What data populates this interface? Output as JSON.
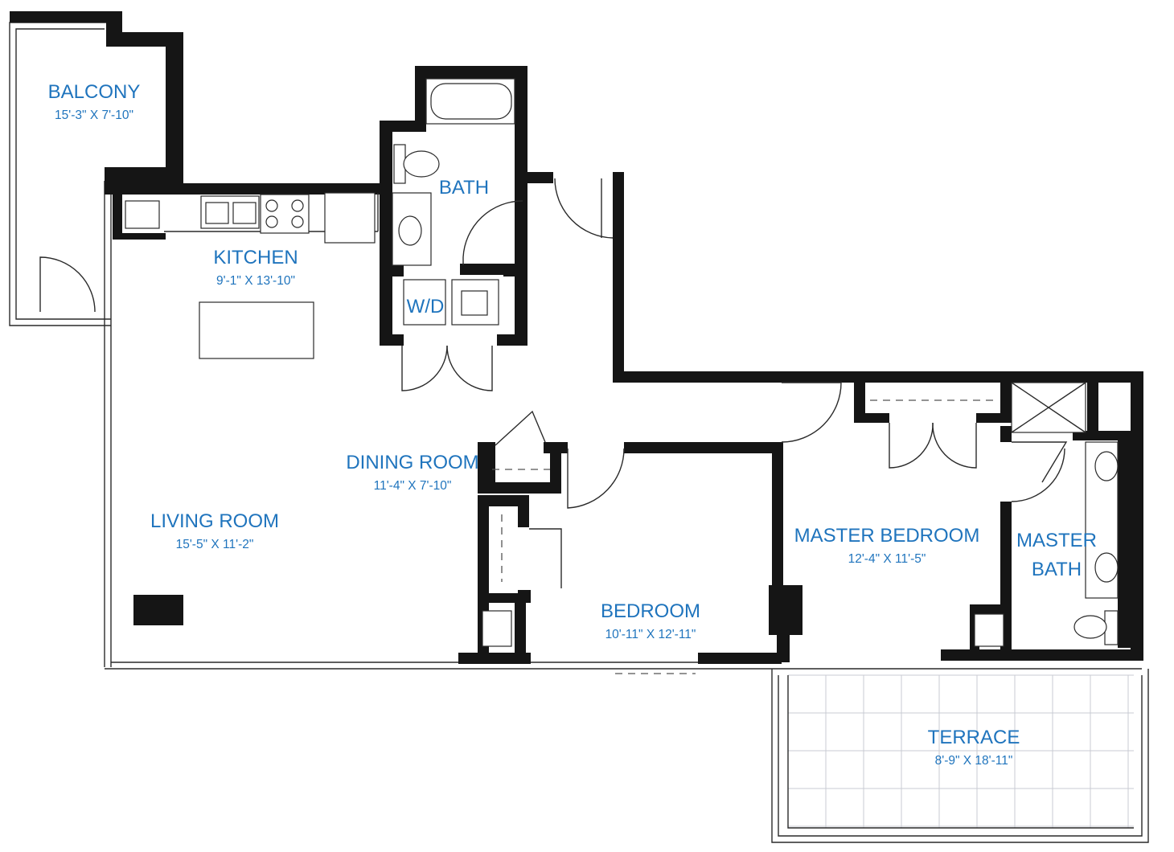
{
  "rooms": {
    "balcony": {
      "name": "BALCONY",
      "dims": "15'-3\" X 7'-10\""
    },
    "kitchen": {
      "name": "KITCHEN",
      "dims": "9'-1\" X 13'-10\""
    },
    "bath": {
      "name": "BATH"
    },
    "laundry": {
      "name": "W/D"
    },
    "dining_room": {
      "name": "DINING ROOM",
      "dims": "11'-4\" X 7'-10\""
    },
    "living_room": {
      "name": "LIVING ROOM",
      "dims": "15'-5\" X 11'-2\""
    },
    "bedroom": {
      "name": "BEDROOM",
      "dims": "10'-11\" X 12'-11\""
    },
    "master_bedroom": {
      "name": "MASTER BEDROOM",
      "dims": "12'-4\" X 11'-5\""
    },
    "master_bath": {
      "name_line1": "MASTER",
      "name_line2": "BATH"
    },
    "terrace": {
      "name": "TERRACE",
      "dims": "8'-9\" X 18'-11\""
    }
  },
  "colors": {
    "label": "#1f74bd",
    "wall": "#151515",
    "tile_grid": "#c9cbd3"
  }
}
